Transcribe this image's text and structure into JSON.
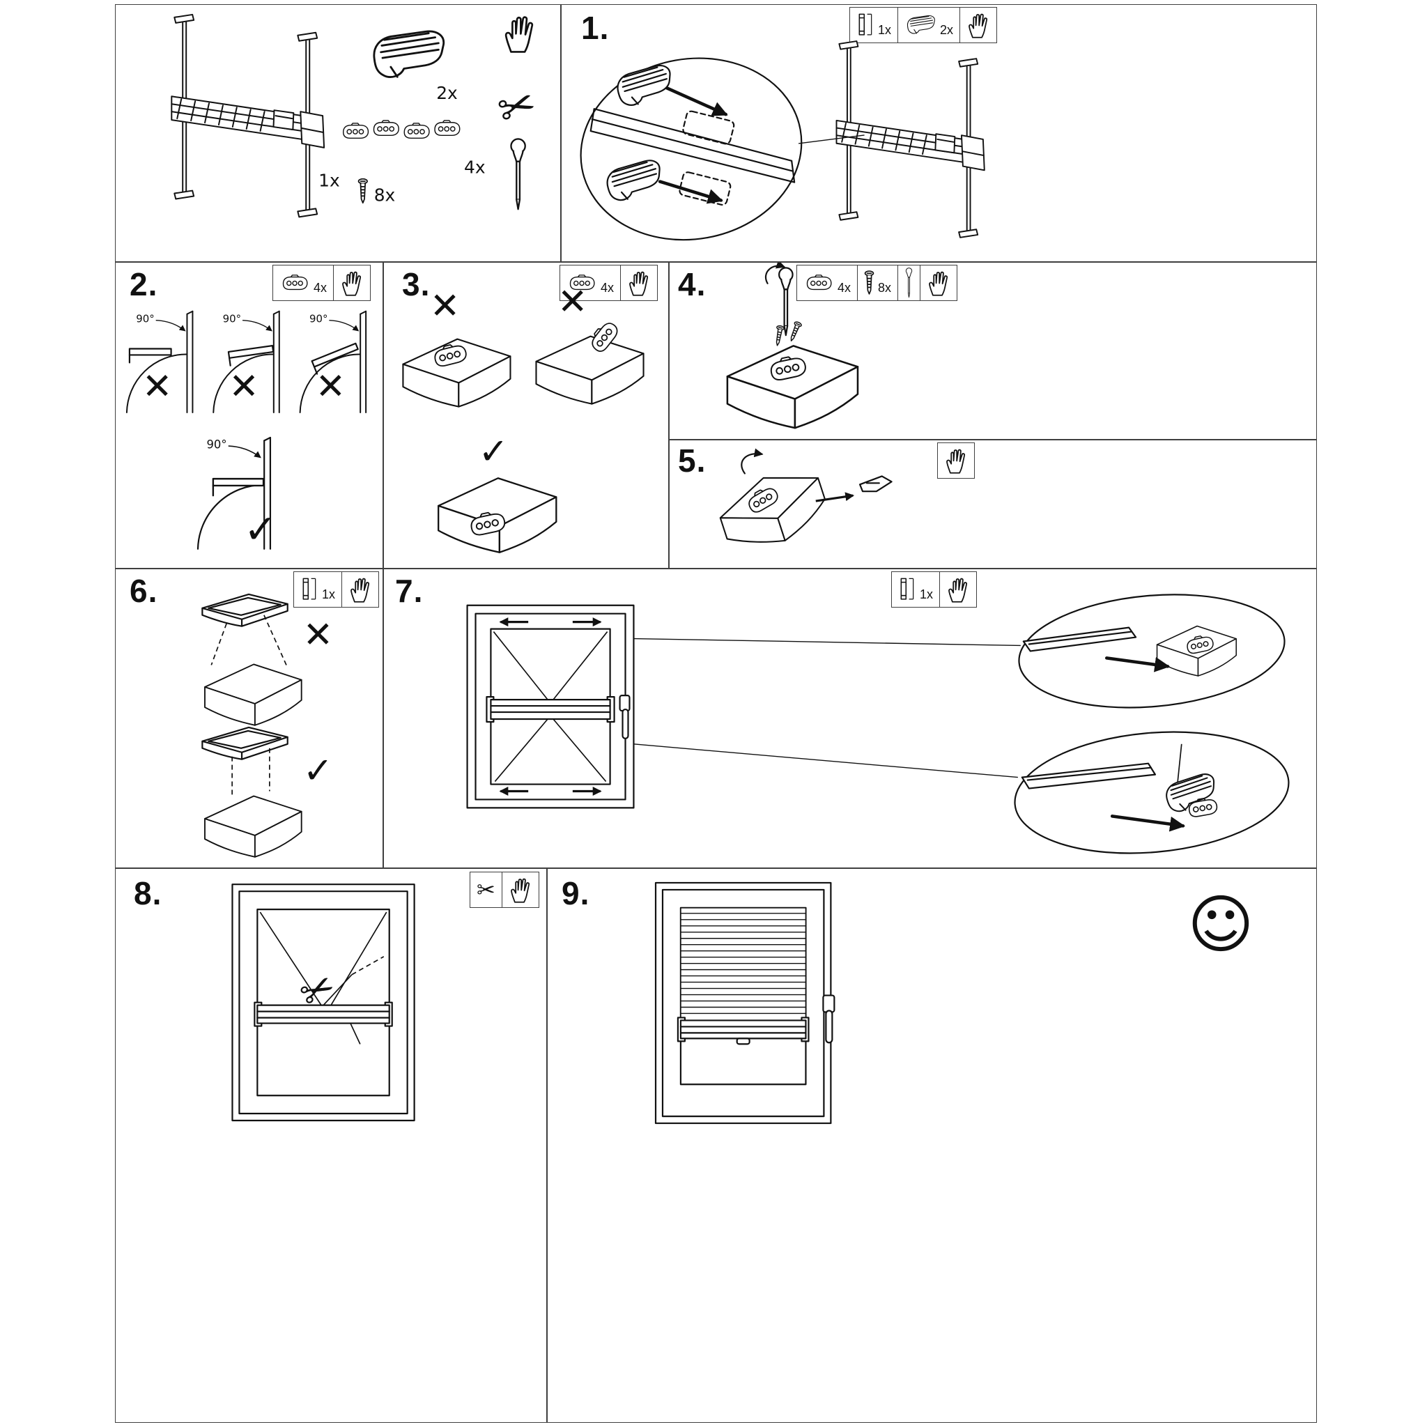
{
  "colors": {
    "ink": "#111111",
    "paper": "#ffffff",
    "panel_border": "#3f3f3f"
  },
  "marks": {
    "cross": "✕",
    "check": "✓",
    "angle": "90°"
  },
  "symbols": {
    "scissors": "✂",
    "smiley": "☺"
  },
  "parts_overview": {
    "blind_qty": "1x",
    "clamp_qty": "2x",
    "bracket_qty": "4x",
    "screw_qty": "8x"
  },
  "steps": [
    {
      "label": "1.",
      "toolbar": [
        {
          "icon": "tension-rail",
          "qty": "1x"
        },
        {
          "icon": "clamp",
          "qty": "2x"
        },
        {
          "icon": "hand"
        }
      ]
    },
    {
      "label": "2.",
      "toolbar": [
        {
          "icon": "bracket",
          "qty": "4x"
        },
        {
          "icon": "hand"
        }
      ]
    },
    {
      "label": "3.",
      "toolbar": [
        {
          "icon": "bracket",
          "qty": "4x"
        },
        {
          "icon": "hand"
        }
      ]
    },
    {
      "label": "4.",
      "toolbar": [
        {
          "icon": "bracket",
          "qty": "4x"
        },
        {
          "icon": "screw",
          "qty": "8x"
        },
        {
          "icon": "screwdriver"
        },
        {
          "icon": "hand"
        }
      ]
    },
    {
      "label": "5.",
      "toolbar": [
        {
          "icon": "hand"
        }
      ]
    },
    {
      "label": "6.",
      "toolbar": [
        {
          "icon": "tension-rail",
          "qty": "1x"
        },
        {
          "icon": "hand"
        }
      ]
    },
    {
      "label": "7.",
      "toolbar": [
        {
          "icon": "tension-rail",
          "qty": "1x"
        },
        {
          "icon": "hand"
        }
      ]
    },
    {
      "label": "8.",
      "toolbar": [
        {
          "icon": "scissors"
        },
        {
          "icon": "hand"
        }
      ]
    },
    {
      "label": "9.",
      "toolbar": []
    }
  ]
}
